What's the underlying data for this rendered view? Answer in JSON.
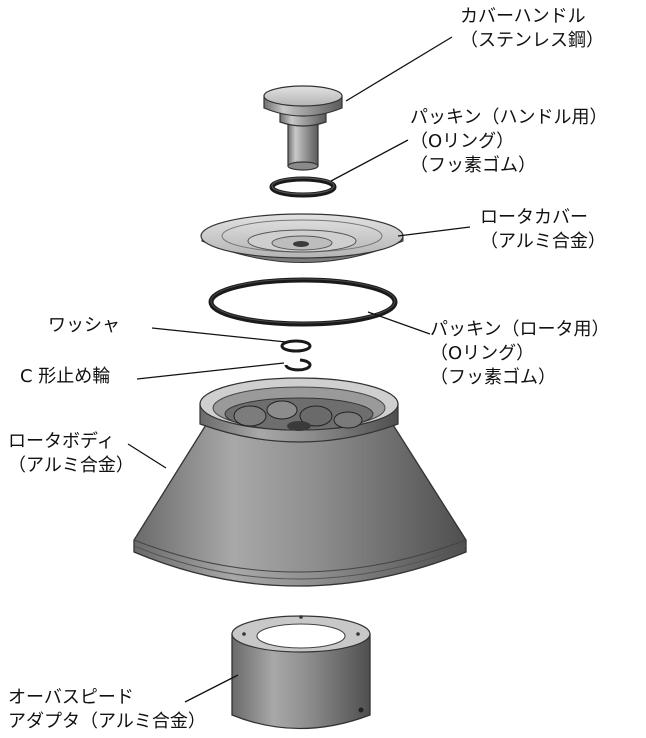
{
  "callouts": {
    "cover_handle": {
      "name": "カバーハンドル",
      "material": "（ステンレス鋼）"
    },
    "handle_packing": {
      "name": "パッキン（ハンドル用）",
      "ring": "（Oリング）",
      "material": "（フッ素ゴム）"
    },
    "rotor_cover": {
      "name": "ロータカバー",
      "material": "（アルミ合金）"
    },
    "rotor_packing": {
      "name": "パッキン（ロータ用）",
      "ring": "（Oリング）",
      "material": "（フッ素ゴム）"
    },
    "washer": {
      "name": "ワッシャ"
    },
    "c_ring": {
      "name": "C 形止め輪"
    },
    "rotor_body": {
      "name": "ロータボディ",
      "material": "（アルミ合金）"
    },
    "overspeed_adapter": {
      "name": "オーバスピード",
      "name2": "アダプタ（アルミ合金）"
    }
  }
}
